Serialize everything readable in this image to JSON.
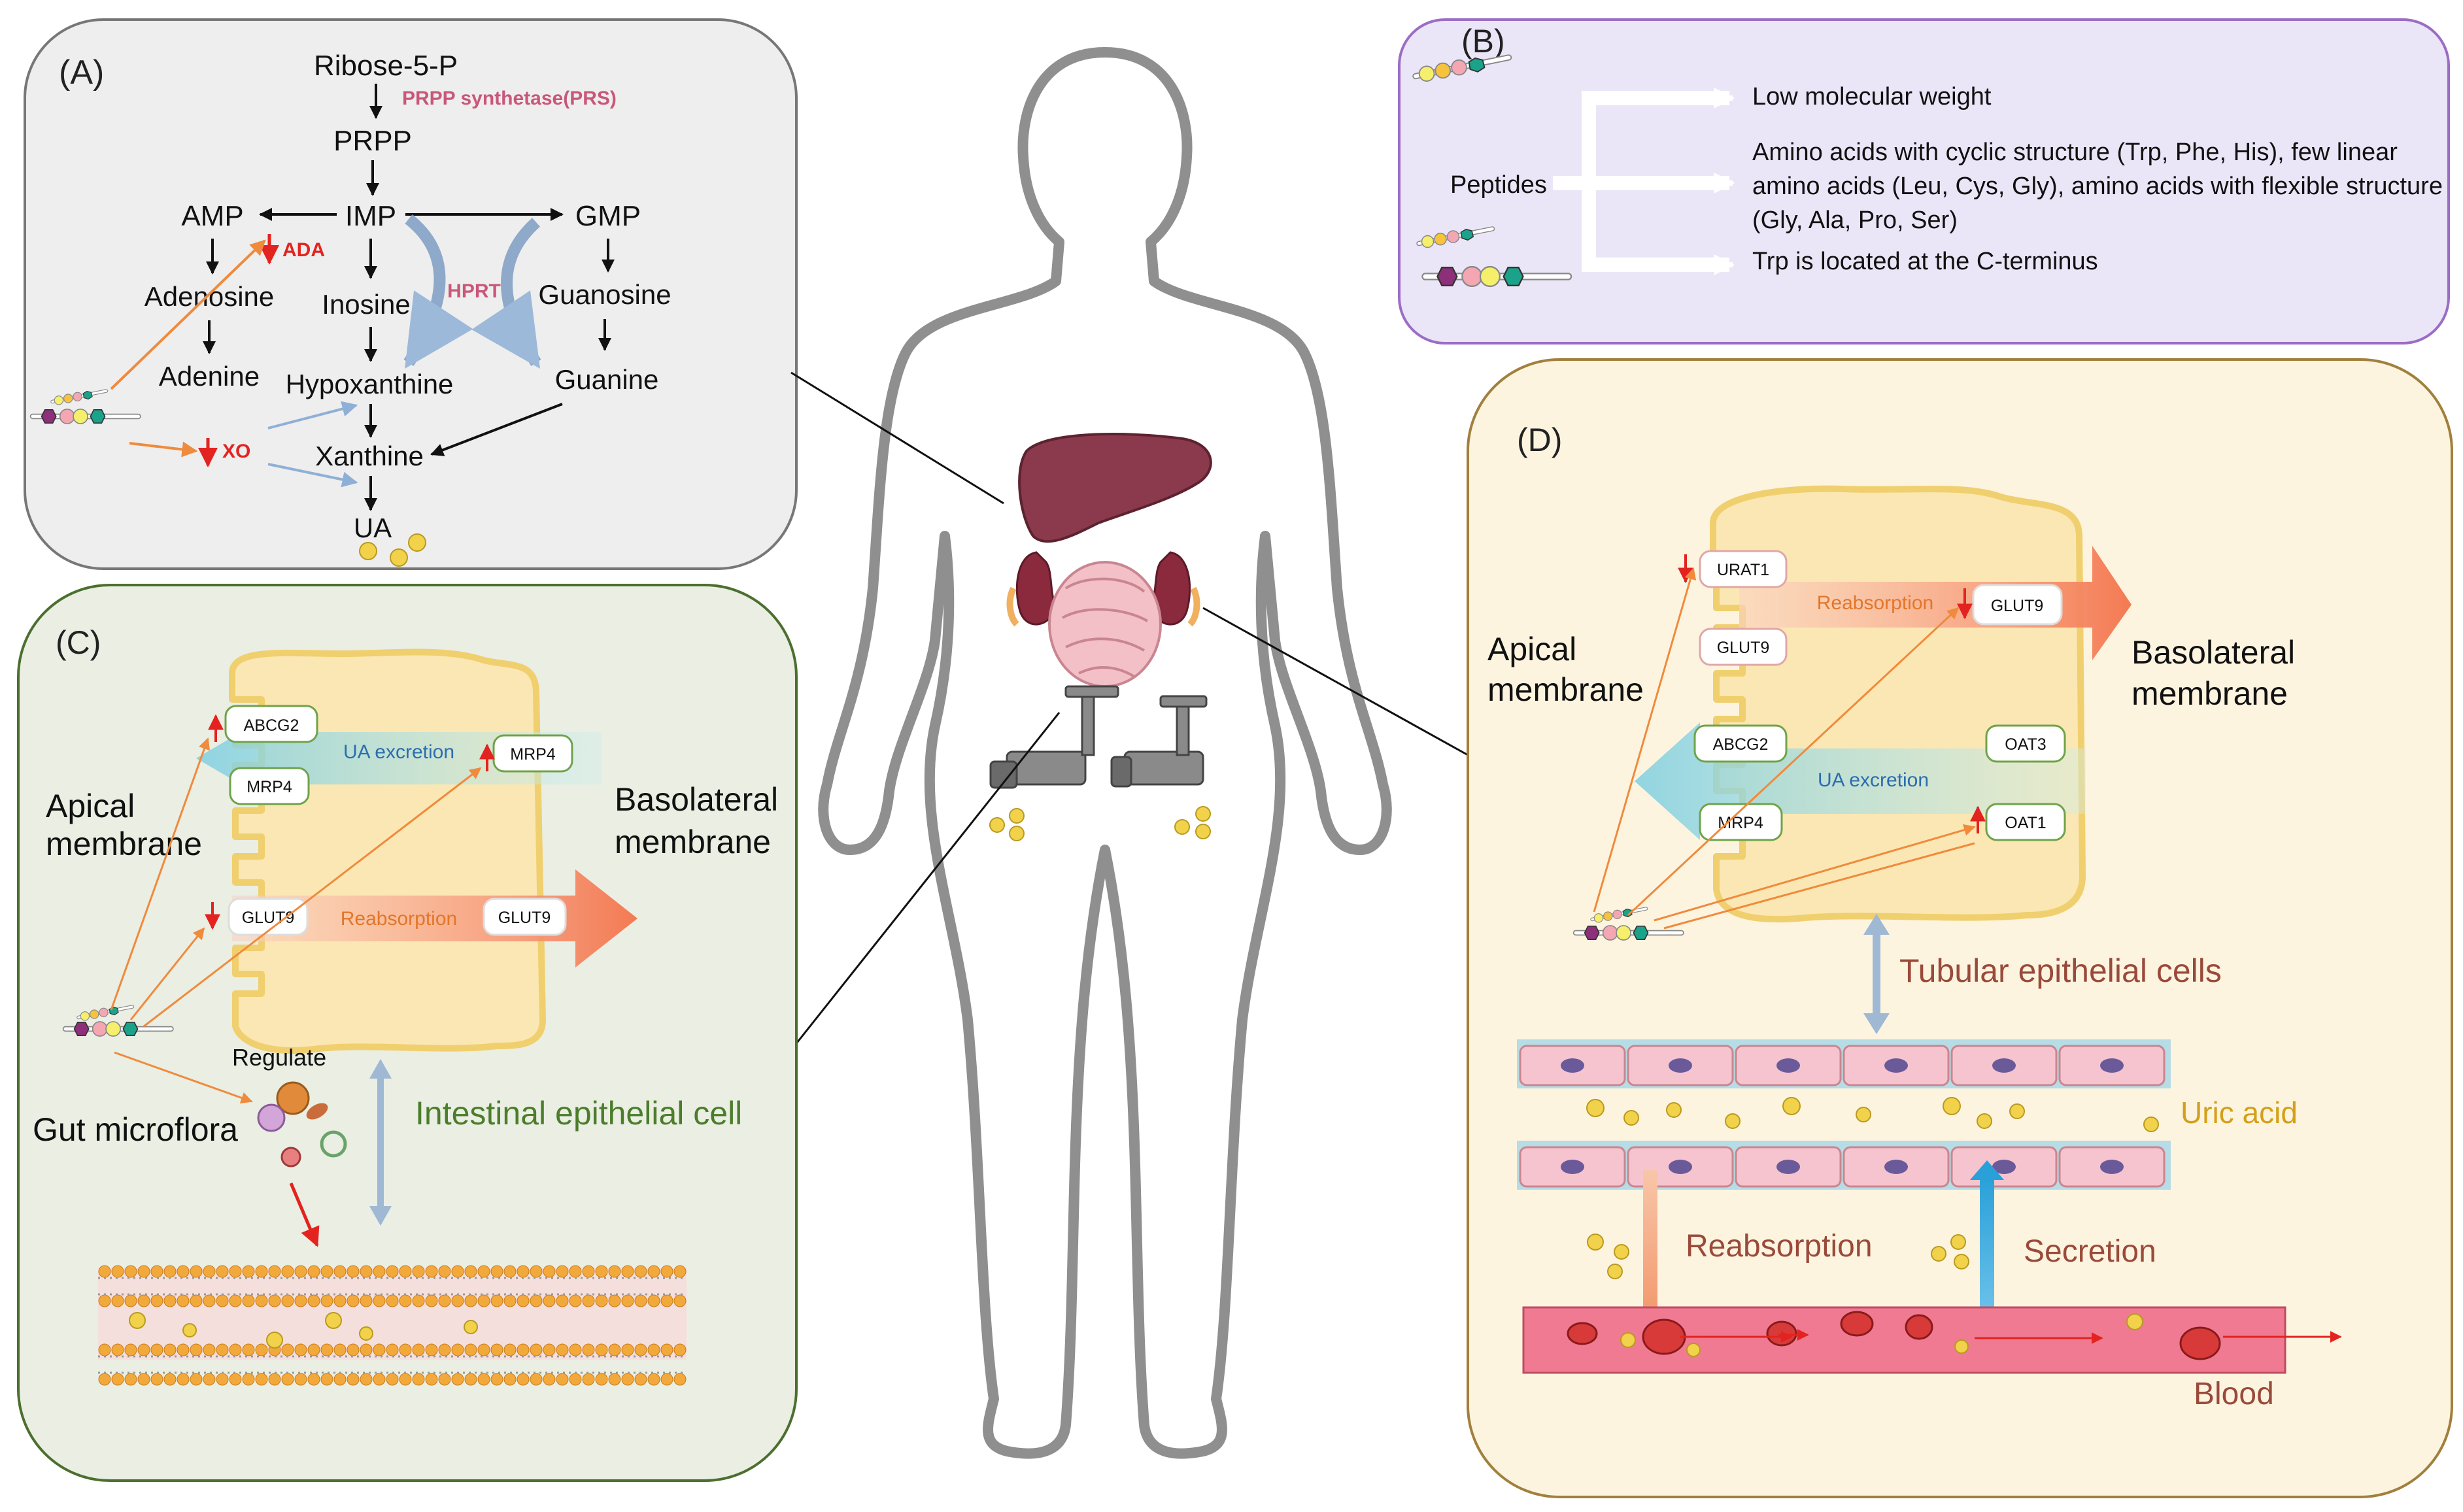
{
  "panel_a": {
    "label": "(A)",
    "ribose": "Ribose-5-P",
    "prs": "PRPP synthetase(PRS)",
    "prpp": "PRPP",
    "amp": "AMP",
    "imp": "IMP",
    "gmp": "GMP",
    "ada": "ADA",
    "adenosine": "Adenosine",
    "inosine": "Inosine",
    "hprt": "HPRT",
    "guanosine": "Guanosine",
    "adenine": "Adenine",
    "hypoxanthine": "Hypoxanthine",
    "guanine": "Guanine",
    "xo": "XO",
    "xanthine": "Xanthine",
    "ua": "UA"
  },
  "panel_b": {
    "label": "(B)",
    "peptides": "Peptides",
    "item1": "Low molecular weight",
    "item2_l1": "Amino acids with cyclic structure (Trp, Phe, His), few linear",
    "item2_l2": "amino acids (Leu, Cys, Gly), amino acids with flexible structure",
    "item2_l3": "(Gly, Ala, Pro, Ser)",
    "item3": "Trp is located at the C-terminus"
  },
  "panel_c": {
    "label": "(C)",
    "abcg2": "ABCG2",
    "mrp4_left": "MRP4",
    "mrp4_right": "MRP4",
    "ua_excretion": "UA excretion",
    "apical_l1": "Apical",
    "apical_l2": "membrane",
    "basolateral_l1": "Basolateral",
    "basolateral_l2": "membrane",
    "glut9_left": "GLUT9",
    "glut9_right": "GLUT9",
    "reabsorption": "Reabsorption",
    "regulate": "Regulate",
    "gut_microflora": "Gut microflora",
    "intestinal": "Intestinal epithelial cell"
  },
  "panel_d": {
    "label": "(D)",
    "urat1": "URAT1",
    "glut9_left": "GLUT9",
    "glut9_right": "GLUT9",
    "reabsorption_top": "Reabsorption",
    "abcg2": "ABCG2",
    "oat3": "OAT3",
    "ua_excretion": "UA excretion",
    "mrp4": "MRP4",
    "oat1": "OAT1",
    "apical_l1": "Apical",
    "apical_l2": "membrane",
    "basolateral_l1": "Basolateral",
    "basolateral_l2": "membrane",
    "tubular": "Tubular epithelial cells",
    "uric_acid": "Uric acid",
    "reabsorption_bottom": "Reabsorption",
    "secretion": "Secretion",
    "blood": "Blood"
  },
  "colors": {
    "panel_a_bg": "#eeeeee",
    "panel_b_bg": "#ebe6f7",
    "panel_b_border": "#9b6dc4",
    "panel_c_bg": "#eaeee3",
    "panel_c_border": "#4c6f2f",
    "panel_d_bg": "#fdf4e0",
    "panel_d_border": "#a1803d",
    "enzyme_pink": "#c9577a",
    "green_label": "#4b7d2a",
    "brown_label": "#9a4a3a",
    "gold_label": "#d4a019",
    "blue_text": "#2a6db0",
    "orange_text": "#e2762a",
    "red_arrow": "#e3231f"
  }
}
